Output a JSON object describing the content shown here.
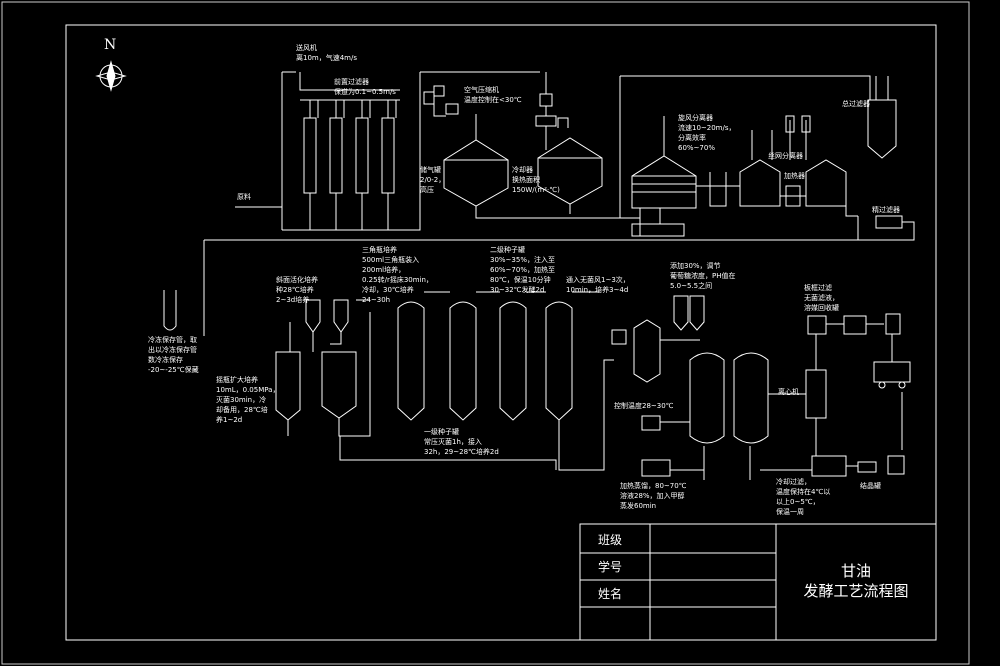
{
  "compass": {
    "north": "N"
  },
  "labels": {
    "blower": "送风机",
    "blower_spec": "离10m，气速4m/s",
    "filter_group": "前置过滤器",
    "filter_group_spec": "保道为0.1~0.5m/s",
    "raw_material": "原料",
    "air_compressor": "空气压缩机",
    "air_temp": "温度控制在<30℃",
    "storage_tank": "储气罐",
    "storage_tank_spec1": "2/0-2，",
    "storage_tank_spec2": "高压",
    "cooler": "冷却器",
    "cooler_spec1": "换热面积",
    "cooler_spec2": "150W/(m²·℃)",
    "cyclone": "旋风分离器",
    "cyclone_spec1": "流速10~20m/s，",
    "cyclone_spec2": "分离效率",
    "cyclone_spec3": "60%~70%",
    "wire_mesh": "丝网分离器",
    "heater": "加热器",
    "main_filter": "总过滤器",
    "branch_filter": "精过滤器",
    "thaw_box": "冷冻保存管，取",
    "thaw_box_2": "出以冷冻保存管",
    "thaw_box_3": "数冷冻保存",
    "thaw_box_4": "-20~-25℃保藏",
    "slant_culture": "斜面活化培养",
    "slant_culture_2": "种28℃培养",
    "slant_culture_3": "2~3d培养",
    "shake_flask": "三角瓶培养",
    "shake_flask_2": "500ml三角瓶装入",
    "shake_flask_3": "200ml培养，",
    "shake_flask_4": "0.25转/r摇床30min，",
    "shake_flask_5": "冷却，30℃培养",
    "shake_flask_6": "24~30h",
    "seed_tank": "摇瓶扩大培养",
    "seed_tank_2": "10mL，0.05MPa，",
    "seed_tank_3": "灭菌30min，冷",
    "seed_tank_4": "却备用，28℃培",
    "seed_tank_5": "养1~2d",
    "prim_seed": "一级种子罐",
    "prim_seed_2": "常压灭菌1h，接入",
    "prim_seed_3": "32h，29~28℃培养2d",
    "sec_seed": "二级种子罐",
    "sec_seed_2": "30%~35%，注入至",
    "sec_seed_3": "60%~70%，加热至",
    "sec_seed_4": "80℃，保温10分钟",
    "sec_seed_5": "30~32℃发酵2d",
    "ferment_air": "通入无菌风1~3次，",
    "ferment_air_2": "10min，培养3~4d",
    "add_material": "添加30%，调节",
    "add_material_2": "葡萄糖浓度，PH值在",
    "add_material_3": "5.0~5.5之间",
    "control_temp": "控制温度28~30℃",
    "centrifuge": "离心机",
    "plate_filter": "板框过滤",
    "plate_filter_2": "无菌滤液，",
    "plate_filter_3": "溶媒回收罐",
    "evaporate": "加热蒸馏，80~70℃",
    "evaporate_2": "溶液28%，加入甲醇",
    "evaporate_3": "蒸发60min",
    "refine": "冷却过滤，",
    "refine_2": "温度保持在4℃以",
    "refine_3": "以上0~5℃，",
    "refine_4": "保温一周",
    "crystal": "结晶罐"
  },
  "title_block": {
    "class": "班级",
    "student_id": "学号",
    "name": "姓名",
    "title_line1": "甘油",
    "title_line2": "发酵工艺流程图"
  }
}
